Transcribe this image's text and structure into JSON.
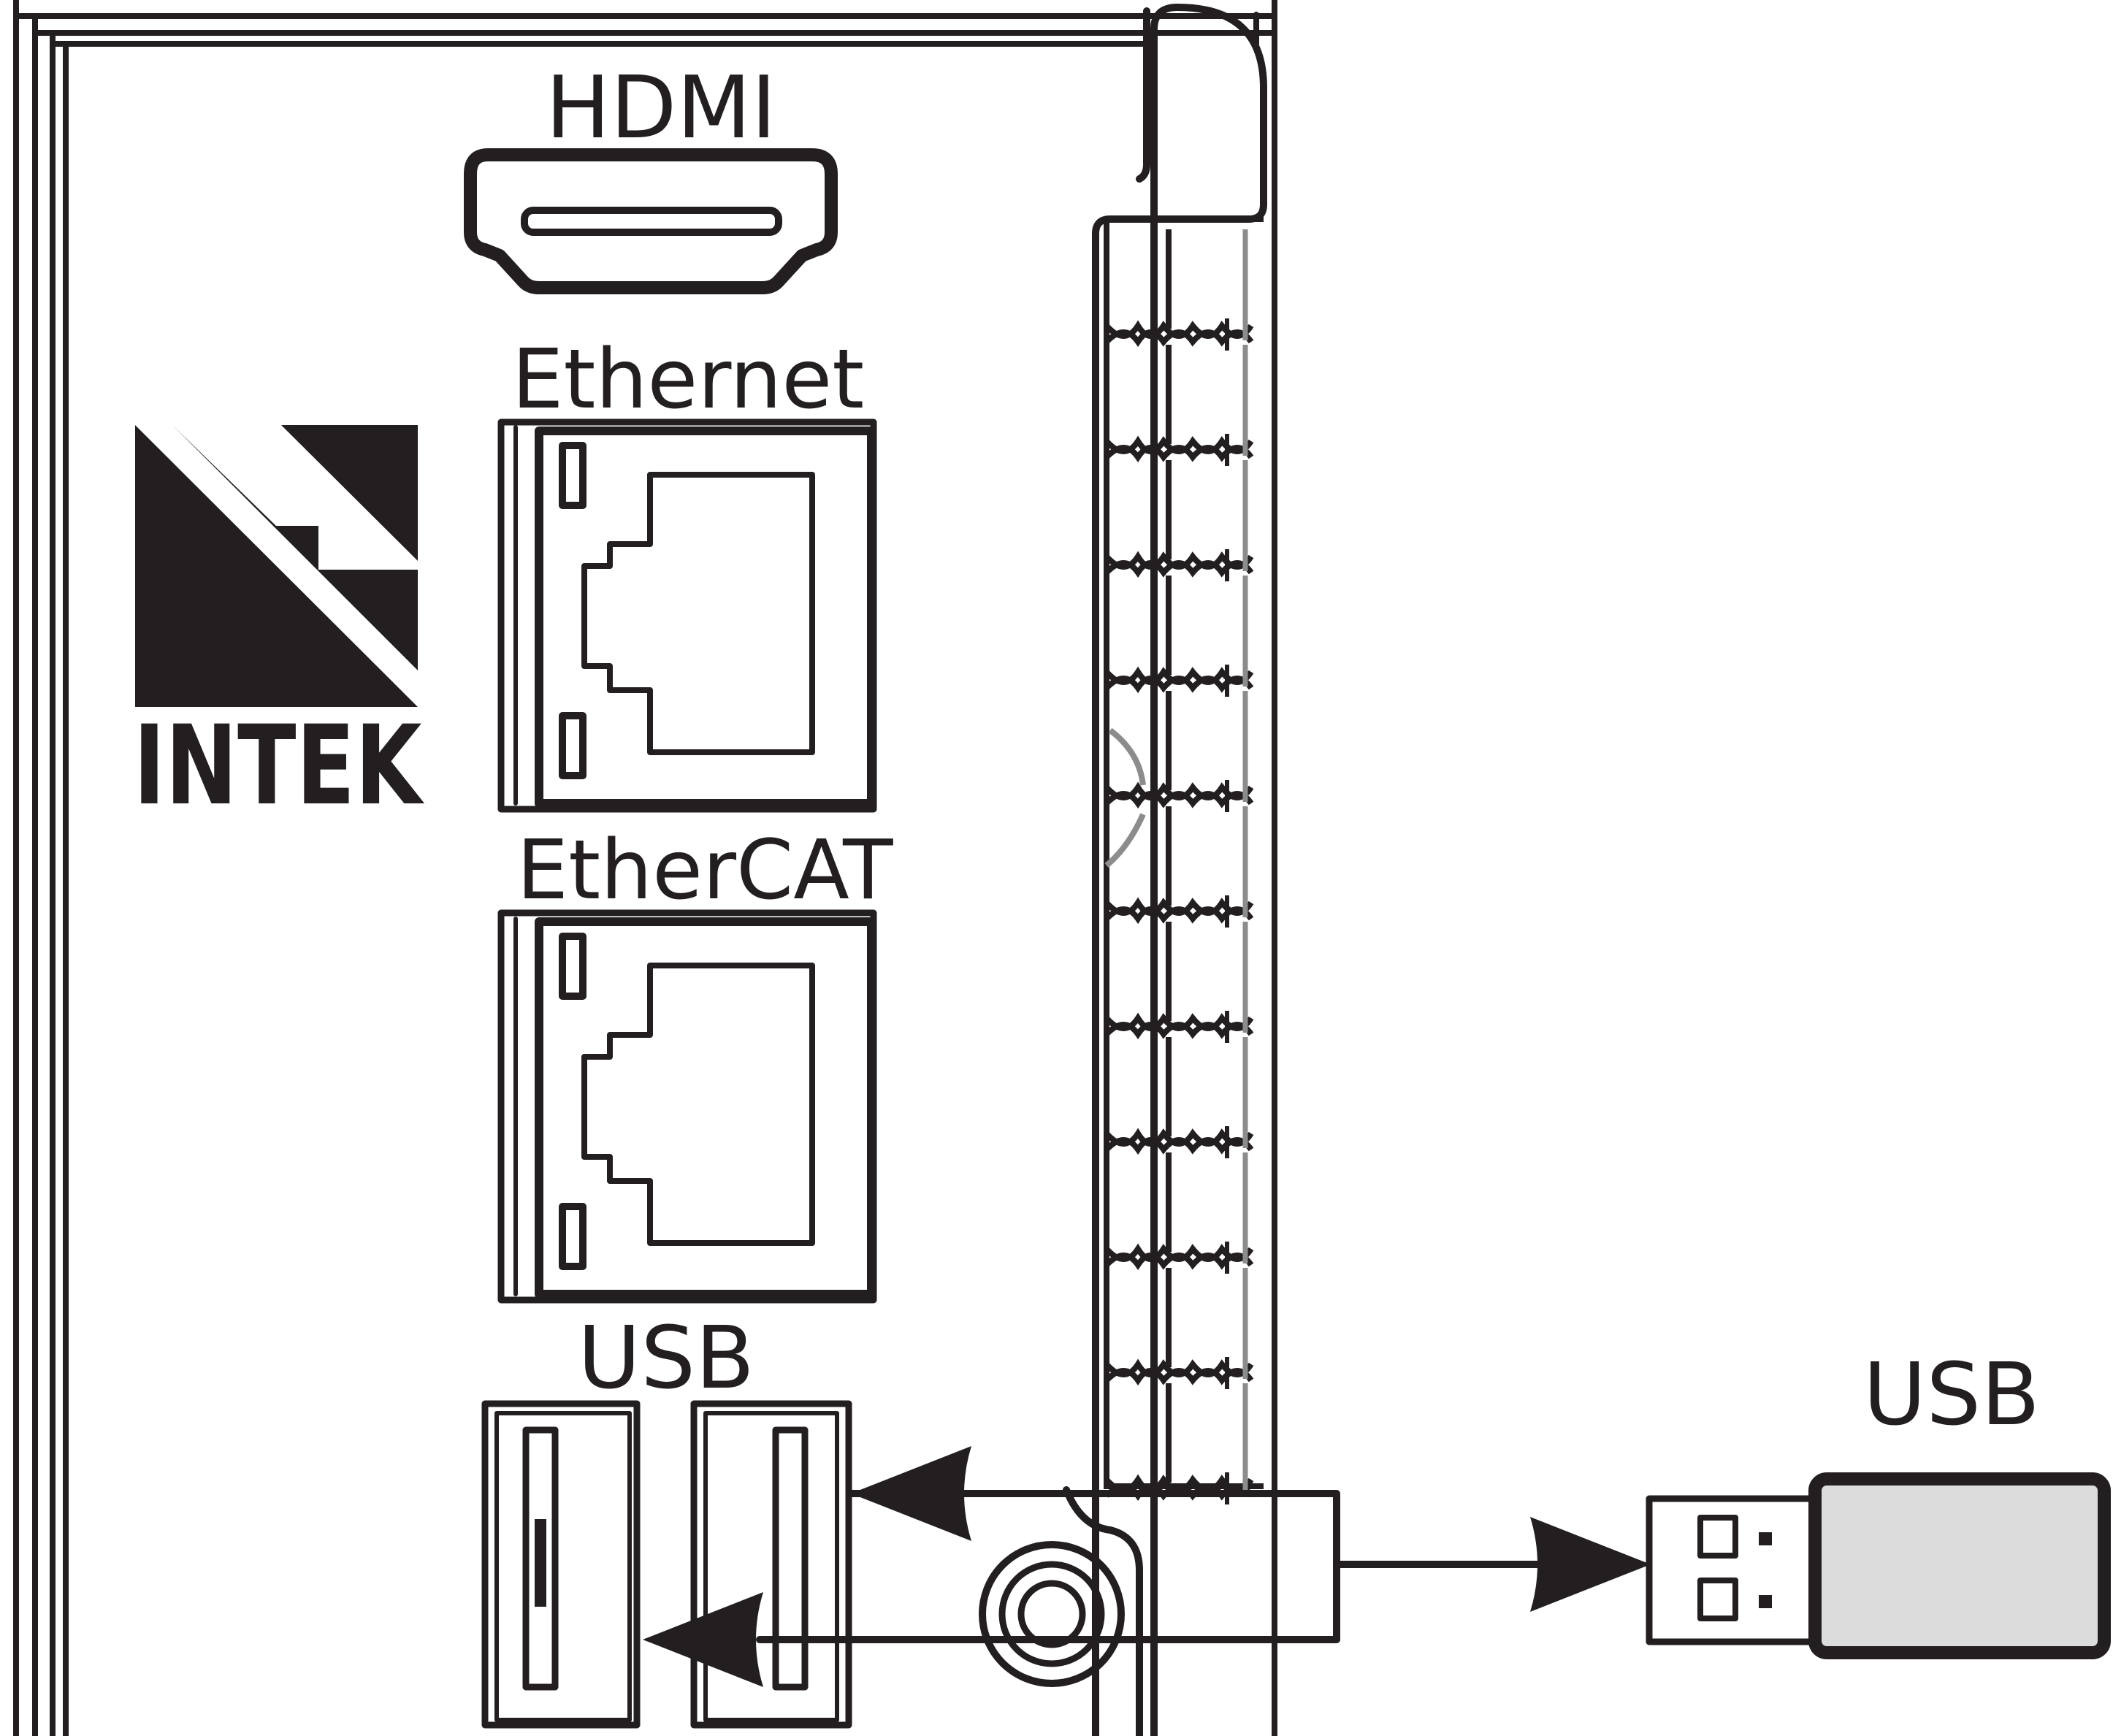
{
  "labels": {
    "hdmi": "HDMI",
    "ethernet": "Ethernet",
    "ethercat": "EtherCAT",
    "usb_panel": "USB",
    "usb_stick": "USB",
    "brand": "INTEK"
  },
  "icons": {
    "logo": "intek-logo-icon",
    "hdmi_port": "hdmi-port-icon",
    "rj45_port": "rj45-port-icon",
    "usb_port": "usb-port-icon",
    "usb_stick": "usb-flash-drive-icon",
    "terminal_block": "terminal-block-icon",
    "led_indicator": "led-indicator-icon",
    "arrow": "arrow-icon"
  },
  "colors": {
    "line": "#231f20",
    "grey_line": "#8c8c8c",
    "usb_stick_body": "#dcdcdc",
    "background": "#ffffff"
  }
}
